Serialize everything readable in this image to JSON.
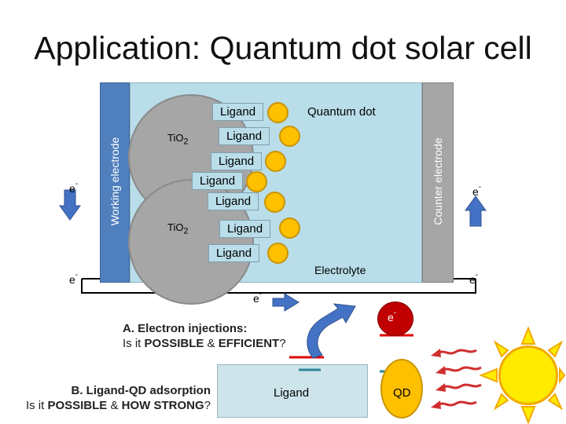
{
  "title": "Application: Quantum dot solar cell",
  "electrodes": {
    "working": "Working electrode",
    "counter": "Counter electrode"
  },
  "particles": {
    "tio2_top": "TiO",
    "tio2_top_sub": "2",
    "tio2_bottom": "TiO",
    "tio2_bottom_sub": "2"
  },
  "ligands": [
    "Ligand",
    "Ligand",
    "Ligand",
    "Ligand",
    "Ligand",
    "Ligand",
    "Ligand"
  ],
  "labels": {
    "quantum_dot": "Quantum dot",
    "electrolyte": "Electrolyte",
    "electron": "e",
    "electron_sup": "-"
  },
  "question_a": {
    "line1": "A. Electron injections:",
    "line2_prefix": "Is it ",
    "line2_bold1": "POSSIBLE",
    "line2_mid": " & ",
    "line2_bold2": "EFFICIENT",
    "line2_suffix": "?"
  },
  "question_b": {
    "line1": "B. Ligand-QD adsorption",
    "line2_prefix": "Is it ",
    "line2_bold1": "POSSIBLE",
    "line2_mid": " & ",
    "line2_bold2": "HOW STRONG",
    "line2_suffix": "?"
  },
  "energy_diagram": {
    "ligand_label": "Ligand",
    "qd_label": "QD",
    "electron": "e",
    "electron_sup": "-"
  },
  "colors": {
    "electrolyte": "#b9dde9",
    "working_electrode": "#4f7fbd",
    "counter_electrode": "#a6a6a6",
    "tio2": "#a6a6a6",
    "quantum_dot": "#ffc000",
    "arrow_blue": "#4472c4",
    "level_red": "#e00000",
    "level_teal": "#31849b",
    "sun_yellow": "#ffeb00",
    "sun_orange": "#f2a900",
    "ray_red": "#d03030"
  }
}
